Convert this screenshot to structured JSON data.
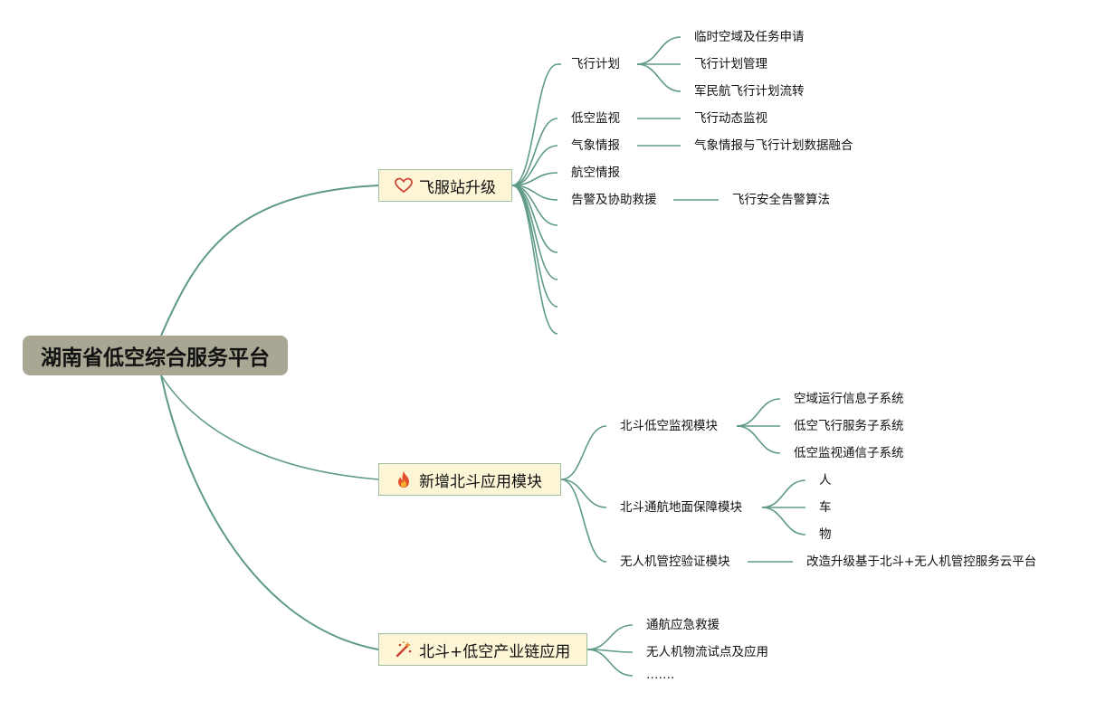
{
  "root": {
    "label": "湖南省低空综合服务平台"
  },
  "branches": [
    {
      "label": "飞服站升级",
      "icon": "heart-icon",
      "children": [
        {
          "label": "飞行计划",
          "children": [
            "临时空域及任务申请",
            "飞行计划管理",
            "军民航飞行计划流转"
          ]
        },
        {
          "label": "低空监视",
          "children": [
            "飞行动态监视"
          ]
        },
        {
          "label": "气象情报",
          "children": [
            "气象情报与飞行计划数据融合"
          ]
        },
        {
          "label": "航空情报",
          "children": []
        },
        {
          "label": "告警及协助救援",
          "children": [
            "飞行安全告警算法"
          ]
        }
      ]
    },
    {
      "label": "新增北斗应用模块",
      "icon": "fire-icon",
      "children": [
        {
          "label": "北斗低空监视模块",
          "children": [
            "空域运行信息子系统",
            "低空飞行服务子系统",
            "低空监视通信子系统"
          ]
        },
        {
          "label": "北斗通航地面保障模块",
          "children": [
            "人",
            "车",
            "物"
          ]
        },
        {
          "label": "无人机管控验证模块",
          "children": [
            "改造升级基于北斗+无人机管控服务云平台"
          ]
        }
      ]
    },
    {
      "label": "北斗+低空产业链应用",
      "icon": "magic-wand-icon",
      "children": [
        {
          "label": "通航应急救援",
          "children": []
        },
        {
          "label": "无人机物流试点及应用",
          "children": []
        },
        {
          "label": "…….",
          "children": []
        }
      ]
    }
  ],
  "colors": {
    "line": "#5e9a86",
    "root_bg": "#a9a793",
    "branch_bg": "#fdf6d6",
    "branch_border": "#9fbfa0"
  }
}
